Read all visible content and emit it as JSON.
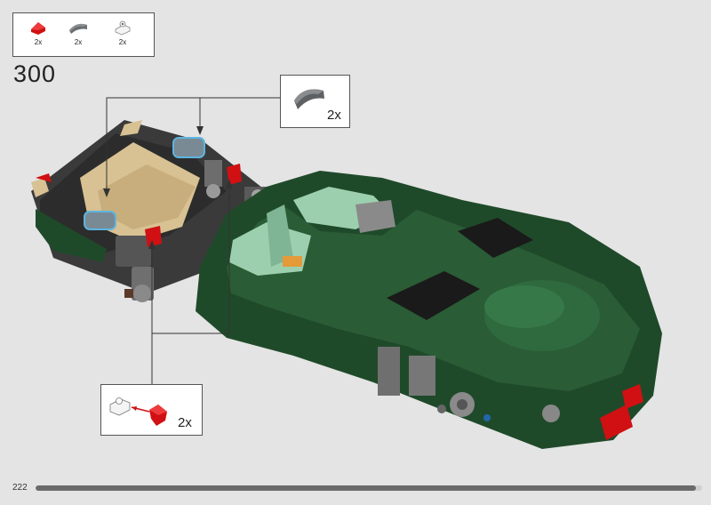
{
  "parts_list": [
    {
      "icon": "red-slope-brick-icon",
      "qty": "2x",
      "color": "#d01012"
    },
    {
      "icon": "dark-grey-curved-slope-icon",
      "qty": "2x",
      "color": "#6b6e70"
    },
    {
      "icon": "white-clip-plate-icon",
      "qty": "2x",
      "color": "#f4f4f4"
    }
  ],
  "step": {
    "number": "300"
  },
  "callouts": {
    "top": {
      "icon": "dark-grey-curved-slope-icon",
      "qty": "2x"
    },
    "bottom": {
      "icon": "red-slope-on-clip-icon",
      "qty": "2x"
    }
  },
  "footer": {
    "page_number": "222",
    "progress": 0.99
  },
  "colors": {
    "body_green": "#1f4a2a",
    "interior_mint": "#9ccfae",
    "chassis_tan": "#d8c193",
    "chassis_dark": "#3a3a3a",
    "accent_red": "#d01012",
    "callout_line": "#333333"
  }
}
